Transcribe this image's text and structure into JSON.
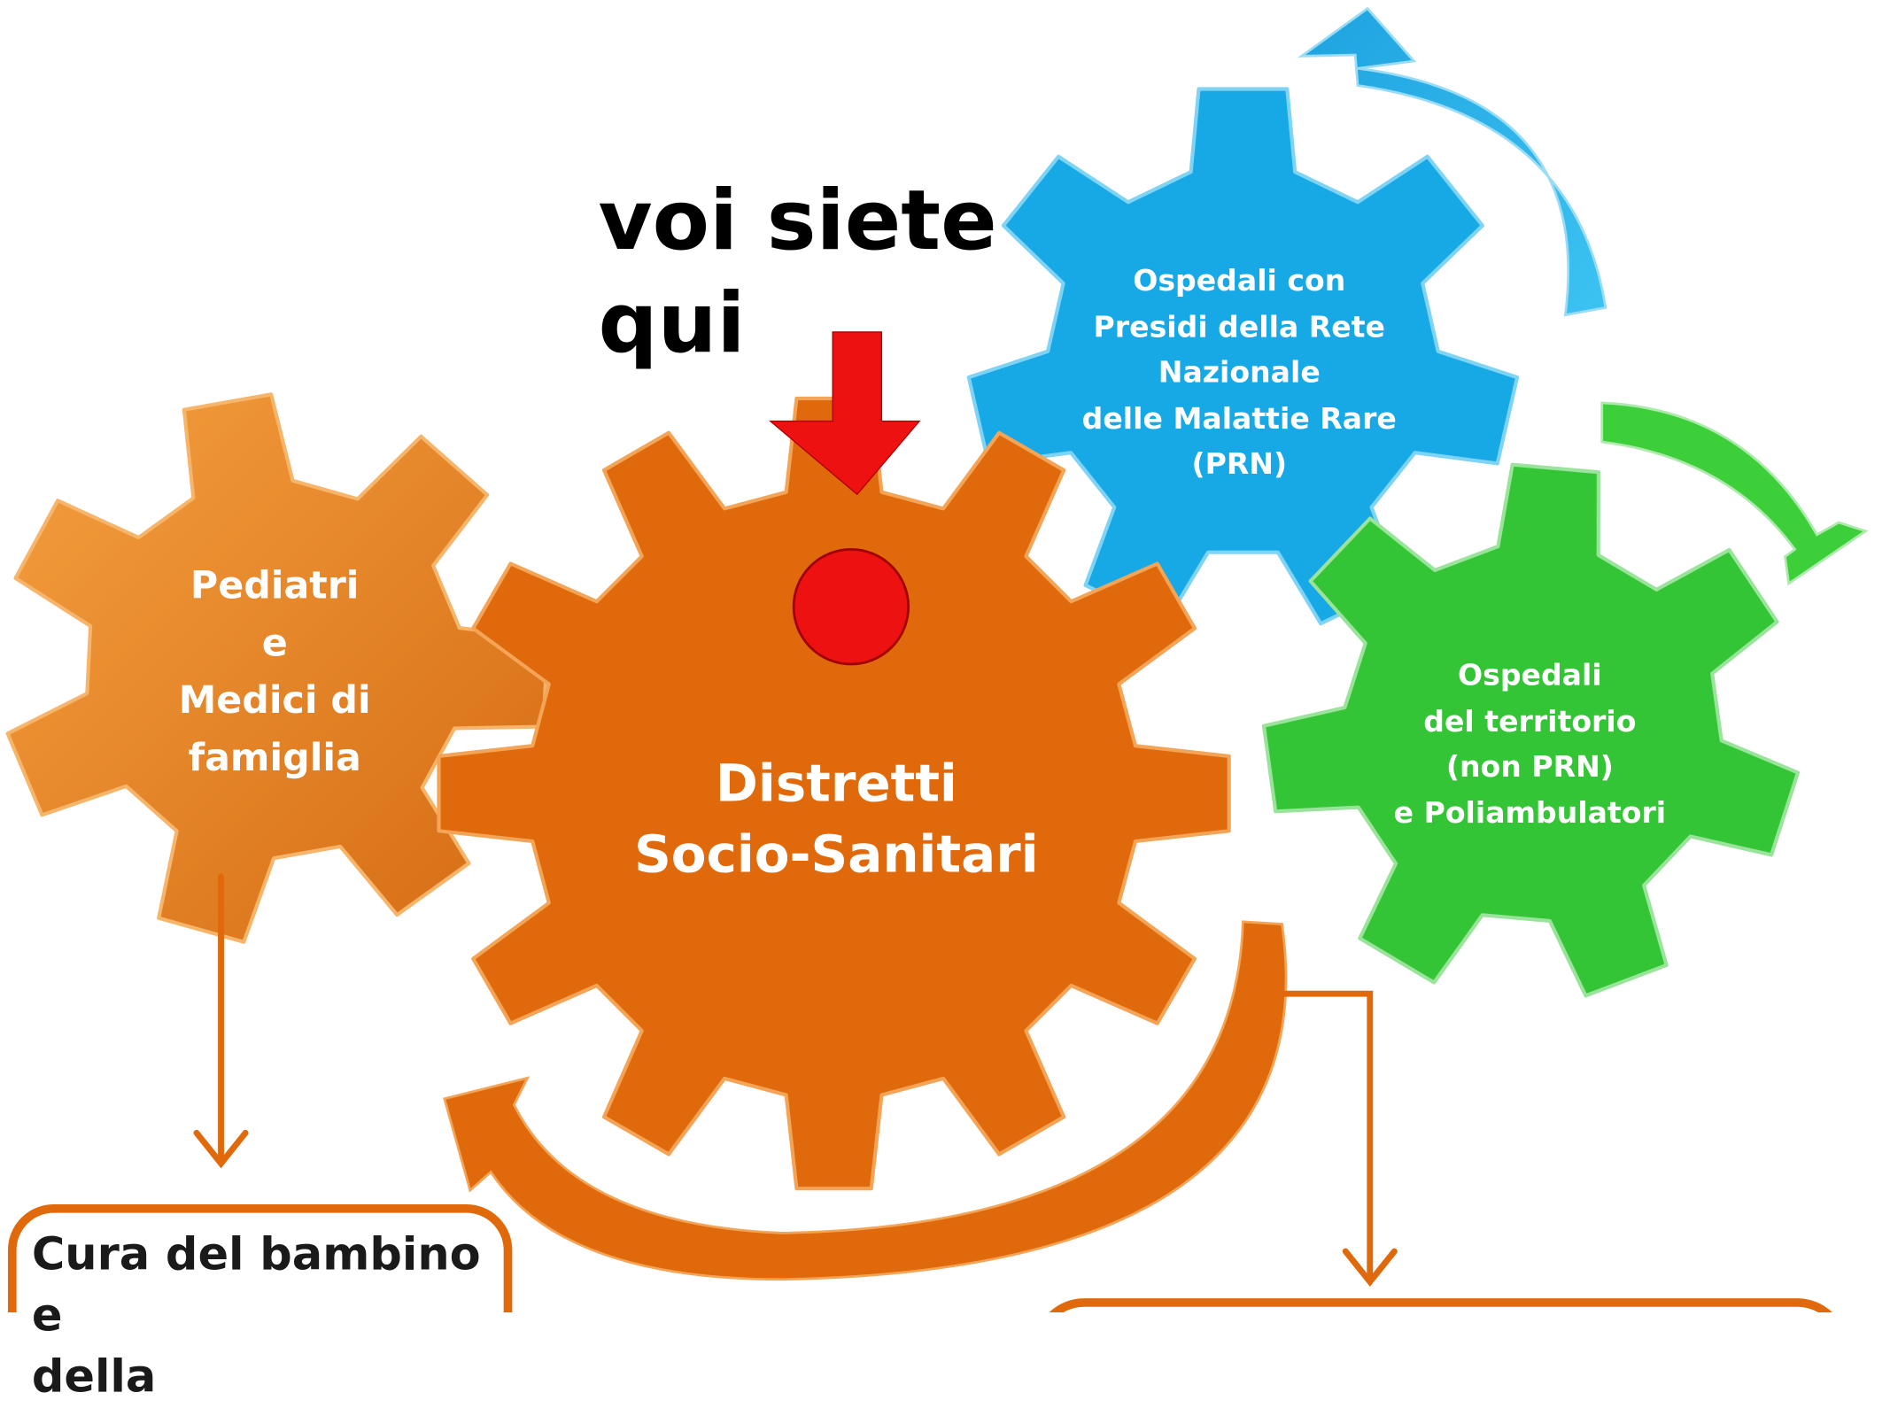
{
  "title": {
    "line1": "voi siete",
    "line2": "qui"
  },
  "gears": {
    "center": {
      "line1": "Distretti",
      "line2": "Socio-Sanitari"
    },
    "left": {
      "line1": "Pediatri",
      "line2": "e",
      "line3": "Medici di",
      "line4": "famiglia"
    },
    "blue": {
      "line1": "Ospedali con",
      "line2": "Presidi della Rete",
      "line3": "Nazionale",
      "line4": "delle Malattie Rare",
      "line5": "(PRN)"
    },
    "green": {
      "line1": "Ospedali",
      "line2": "del territorio",
      "line3": "(non PRN)",
      "line4": "e Poliambulatori"
    }
  },
  "boxes": {
    "left": {
      "line1": "Cura del bambino e",
      "line2": "della"
    }
  },
  "colors": {
    "orange": "#e06a0b",
    "blue": "#1ab0e8",
    "green": "#33c535",
    "red": "#ee1111"
  }
}
